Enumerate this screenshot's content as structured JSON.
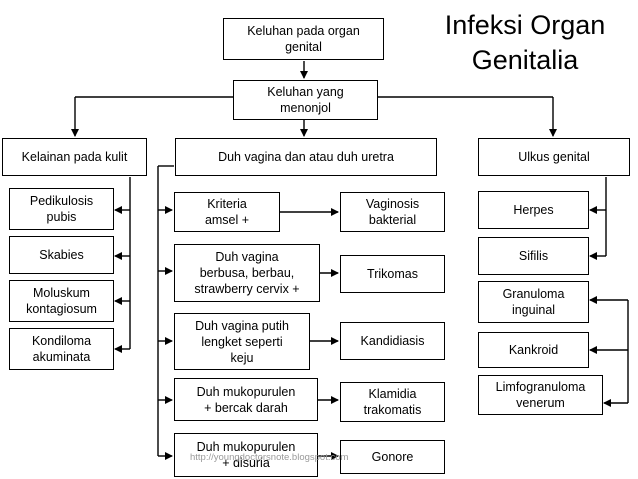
{
  "title": "Infeksi Organ\nGenitalia",
  "watermark": "http://youngdoctorsnote.blogspot.com",
  "nodes": {
    "keluhan_organ": "Keluhan pada organ\ngenital",
    "keluhan_menonjol": "Keluhan yang\nmenonjol",
    "kelainan_kulit": "Kelainan pada kulit",
    "duh_vagina_uretra": "Duh vagina dan atau duh uretra",
    "ulkus_genital": "Ulkus genital",
    "pedikulosis": "Pedikulosis\npubis",
    "skabies": "Skabies",
    "moluskum": "Moluskum\nkontagiosum",
    "kondiloma": "Kondiloma\nakuminata",
    "kriteria_amsel": "Kriteria\namsel +",
    "duh_berbusa": "Duh vagina\nberbusa, berbau,\nstrawberry cervix +",
    "duh_putih": "Duh vagina putih\nlengket seperti\nkeju",
    "duh_mukopurulen_darah": "Duh mukopurulen\n+ bercak darah",
    "duh_mukopurulen_disuria": "Duh mukopurulen\n+ disuria",
    "vaginosis": "Vaginosis\nbakterial",
    "trikomas": "Trikomas",
    "kandidiasis": "Kandidiasis",
    "klamidia": "Klamidia\ntrakomatis",
    "gonore": "Gonore",
    "herpes": "Herpes",
    "sifilis": "Sifilis",
    "granuloma": "Granuloma\ninguinal",
    "kankroid": "Kankroid",
    "limfogranuloma": "Limfogranuloma\nvenerum"
  }
}
